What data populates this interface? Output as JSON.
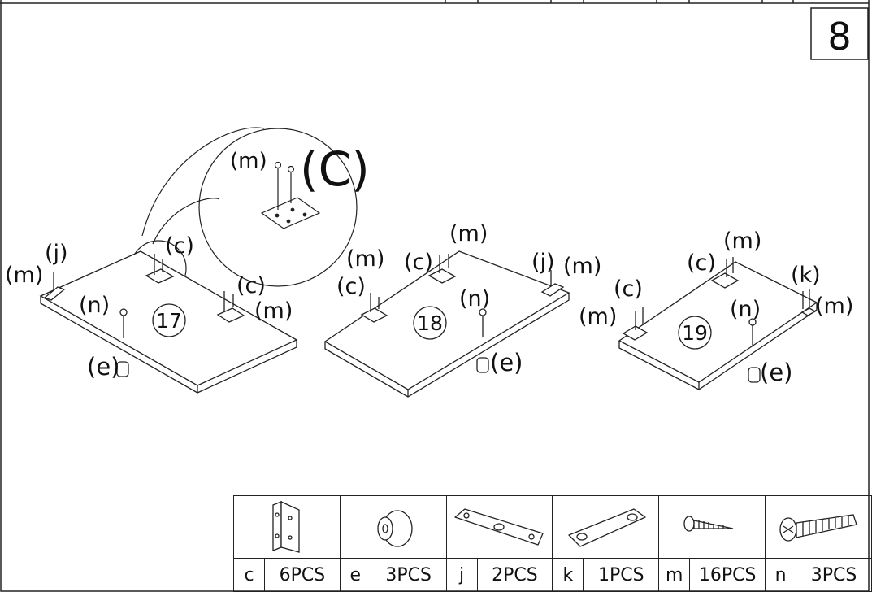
{
  "step_number": "8",
  "zoom_label": "(C)",
  "zoom_m_label": "(m)",
  "panels": [
    {
      "number": "17",
      "labels": {
        "j": "(j)",
        "m_left": "(m)",
        "c_top": "(c)",
        "c_right": "(c)",
        "m_right": "(m)",
        "n": "(n)",
        "e": "(e)"
      }
    },
    {
      "number": "18",
      "labels": {
        "m_top": "(m)",
        "c_top": "(c)",
        "m_top2": "(m)",
        "j": "(j)",
        "m_right": "(m)",
        "c_left": "(c)",
        "n": "(n)",
        "e": "(e)"
      }
    },
    {
      "number": "19",
      "labels": {
        "c_top": "(c)",
        "m_top": "(m)",
        "k": "(k)",
        "m_right": "(m)",
        "c_left": "(c)",
        "m_left": "(m)",
        "n": "(n)",
        "e": "(e)"
      }
    }
  ],
  "parts": [
    {
      "letter": "c",
      "qty": "6PCS",
      "icon": "corner-bracket-icon"
    },
    {
      "letter": "e",
      "qty": "3PCS",
      "icon": "glide-foot-icon"
    },
    {
      "letter": "j",
      "qty": "2PCS",
      "icon": "straight-plate-icon"
    },
    {
      "letter": "k",
      "qty": "1PCS",
      "icon": "short-plate-icon"
    },
    {
      "letter": "m",
      "qty": "16PCS",
      "icon": "wood-screw-icon"
    },
    {
      "letter": "n",
      "qty": "3PCS",
      "icon": "machine-bolt-icon"
    }
  ]
}
